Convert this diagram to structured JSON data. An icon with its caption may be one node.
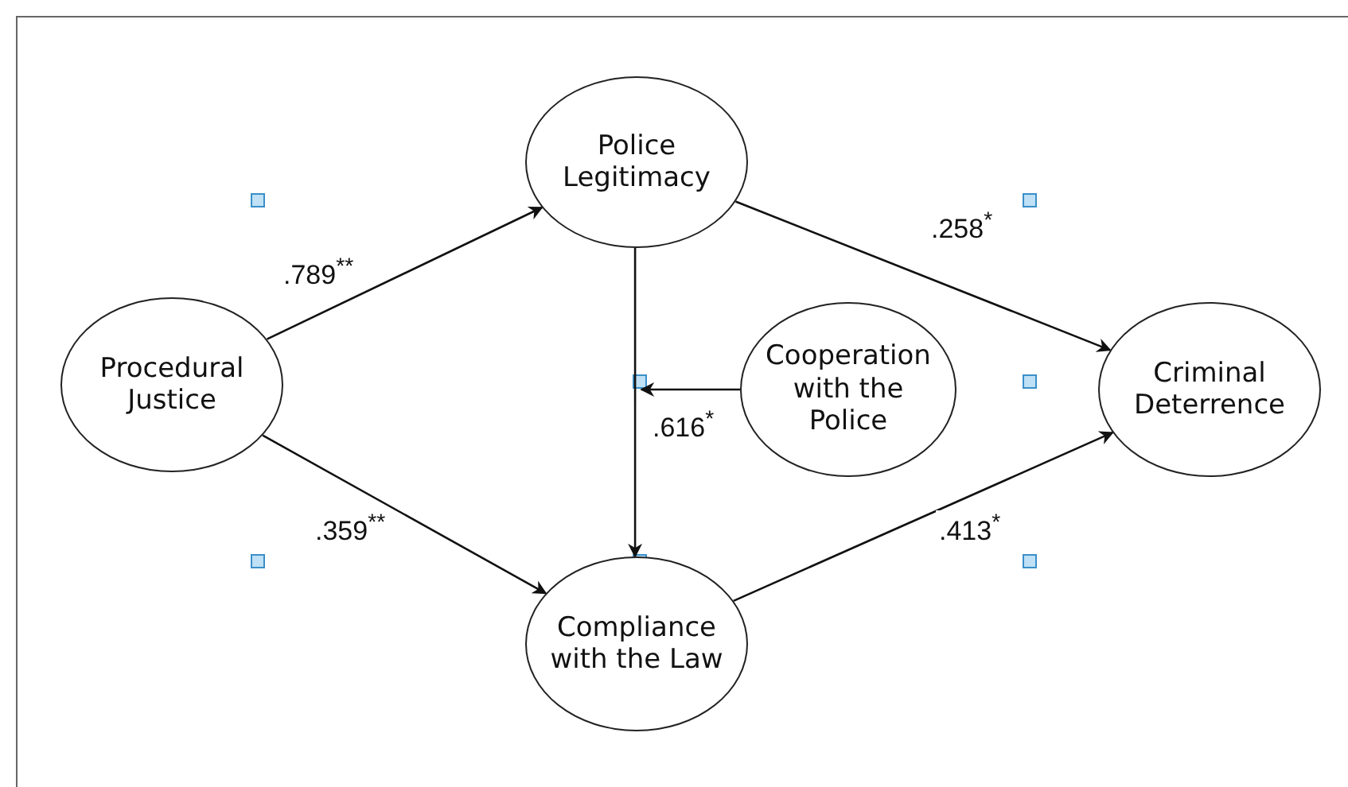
{
  "diagram": {
    "nodes": [
      {
        "text": [
          "Procedural Justice"
        ]
      },
      {
        "text": [
          "Police Legitimacy"
        ]
      },
      {
        "text": [
          "Cooperation with the Police"
        ]
      },
      {
        "text": [
          "Compliance with the Law"
        ]
      },
      {
        "text": [
          "Criminal Deterrence"
        ]
      }
    ],
    "edges": [
      {
        "from": 0,
        "to": 1,
        "arrow": "to",
        "label": ".789$^{**}$"
      },
      {
        "from": 0,
        "to": 3,
        "arrow": "to",
        "label": ".359$^{**}$"
      },
      {
        "from": 1,
        "to": 3,
        "arrow": "to"
      },
      {
        "from": 2,
        "to": null,
        "arrow": "to",
        "label": ".616$^{*}$"
      },
      {
        "from": 1,
        "to": 4,
        "arrow": "to",
        "label": ".258$^{*}$"
      },
      {
        "from": 3,
        "to": 4,
        "arrow": "to",
        "label": ".413$^{*}$"
      }
    ]
  }
}
